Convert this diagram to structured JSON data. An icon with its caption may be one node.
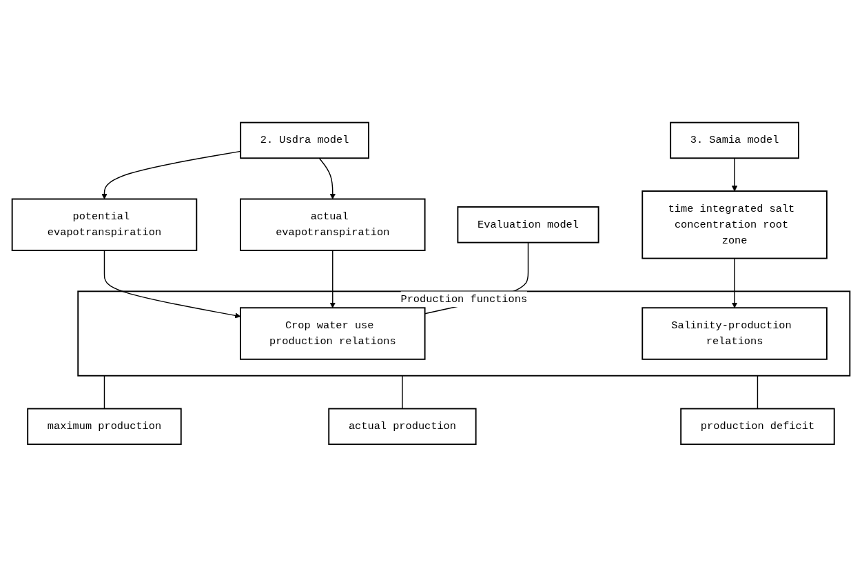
{
  "diagram": {
    "nodes": [
      {
        "text": [
          "2. Usdra model"
        ]
      },
      {
        "text": [
          "3. Samia model"
        ]
      },
      {
        "text": [
          "potential evapotranspiration"
        ]
      },
      {
        "text": [
          "actual evapotranspiration"
        ]
      },
      {
        "text": [
          "time integrated salt concentration root zone"
        ]
      },
      {
        "text": [
          "Production functions"
        ]
      },
      {
        "text": [
          "Crop water use production relations"
        ],
        "in": 5
      },
      {
        "text": [
          "Salinity-production relations"
        ],
        "in": 5
      },
      {
        "text": [
          "Evaluation model"
        ]
      },
      {
        "text": [
          "maximum production"
        ]
      },
      {
        "text": [
          "actual production"
        ]
      },
      {
        "text": [
          "production deficit"
        ]
      }
    ],
    "edges": [
      {
        "from": 0,
        "to": 2,
        "arrow": "to"
      },
      {
        "from": 0,
        "to": 3,
        "arrow": "to"
      },
      {
        "from": 1,
        "to": 4,
        "arrow": "to"
      },
      {
        "from": 2,
        "to": 6,
        "arrow": "to"
      },
      {
        "from": 3,
        "to": 6,
        "arrow": "to"
      },
      {
        "from": 4,
        "to": 7,
        "arrow": "to"
      },
      {
        "from": 8,
        "to": 6,
        "arrow": "none"
      },
      {
        "from": 5,
        "to": 9,
        "arrow": "none"
      },
      {
        "from": 5,
        "to": 10,
        "arrow": "none"
      },
      {
        "from": 5,
        "to": 11,
        "arrow": "none"
      }
    ]
  }
}
